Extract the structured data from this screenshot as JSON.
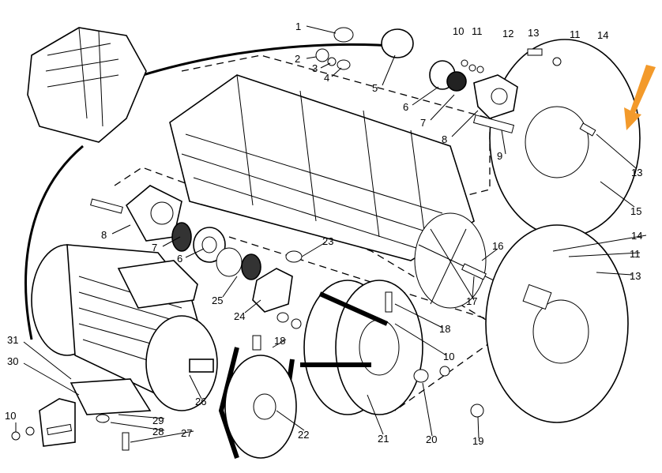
{
  "diagram": {
    "title": "Exploded view of fan/blower assembly",
    "labels": {
      "l1": "1",
      "l2": "2",
      "l3": "3",
      "l4": "4",
      "l5": "5",
      "l10a": "10",
      "l11a": "11",
      "l12": "12",
      "l13a": "13",
      "l11b": "11",
      "l14a": "14",
      "l6a": "6",
      "l7a": "7",
      "l8a": "8",
      "l9": "9",
      "l13b": "13",
      "l15": "15",
      "l8b": "8",
      "l7b": "7",
      "l6b": "6",
      "l23": "23",
      "l14b": "14",
      "l11c": "11",
      "l16": "16",
      "l13c": "13",
      "l25": "25",
      "l17": "17",
      "l24": "24",
      "l18a": "18",
      "l18b": "18",
      "l10b": "10",
      "l31": "31",
      "l30": "30",
      "l26": "26",
      "l29": "29",
      "l28": "28",
      "l22": "22",
      "l21": "21",
      "l20": "20",
      "l19": "19",
      "l27": "27",
      "l10c": "10"
    },
    "colors": {
      "arrow": "#f39a2b",
      "line": "#000000"
    }
  }
}
